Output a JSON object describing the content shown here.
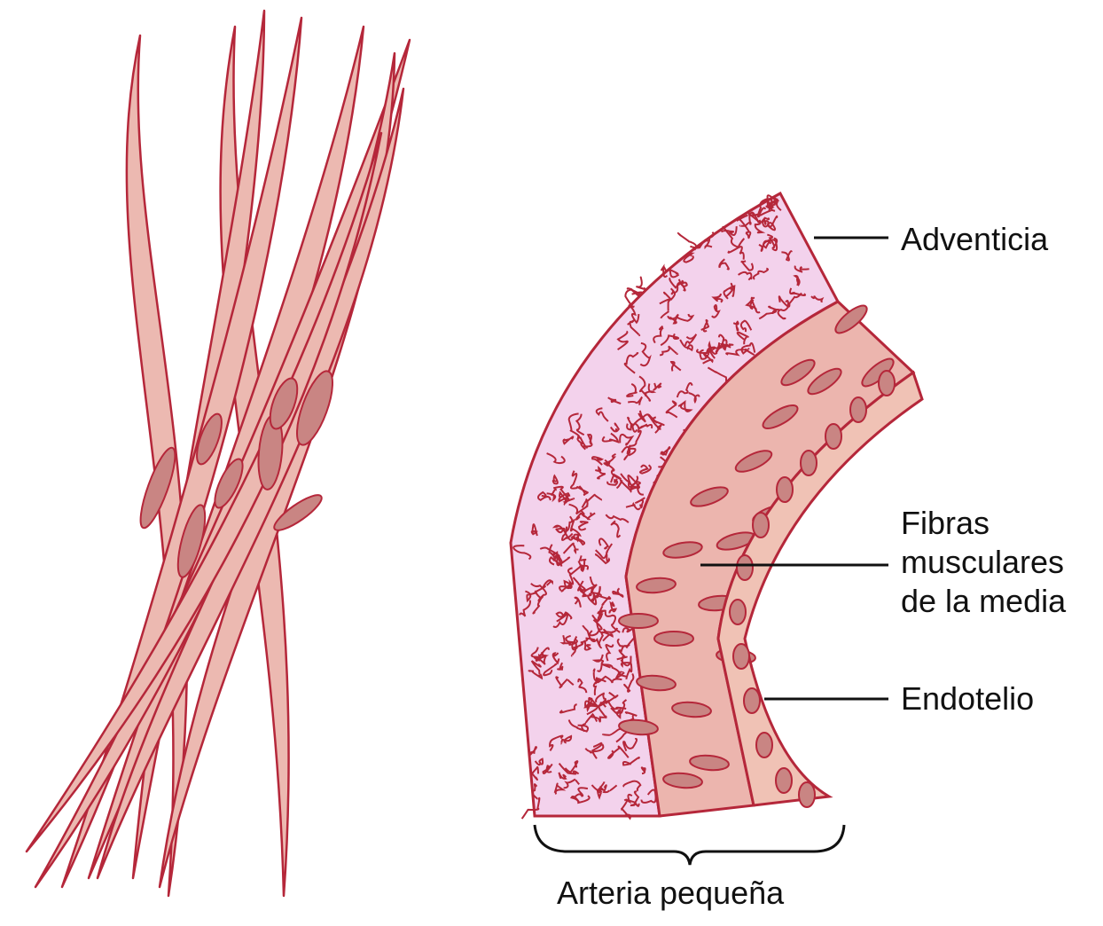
{
  "labels": {
    "adventicia": "Adventicia",
    "fibras_line1": "Fibras",
    "fibras_line2": "musculares",
    "fibras_line3": "de la media",
    "endotelio": "Endotelio",
    "arteria": "Arteria pequeña"
  },
  "colors": {
    "outline": "#b5273a",
    "muscle_fill": "#ecb9b1",
    "nucleus_fill": "#c98583",
    "adventitia_fill": "#f3d2ec",
    "media_fill": "#ecb5ae",
    "endothelium_fill": "#f0c2b5",
    "text": "#111111"
  }
}
